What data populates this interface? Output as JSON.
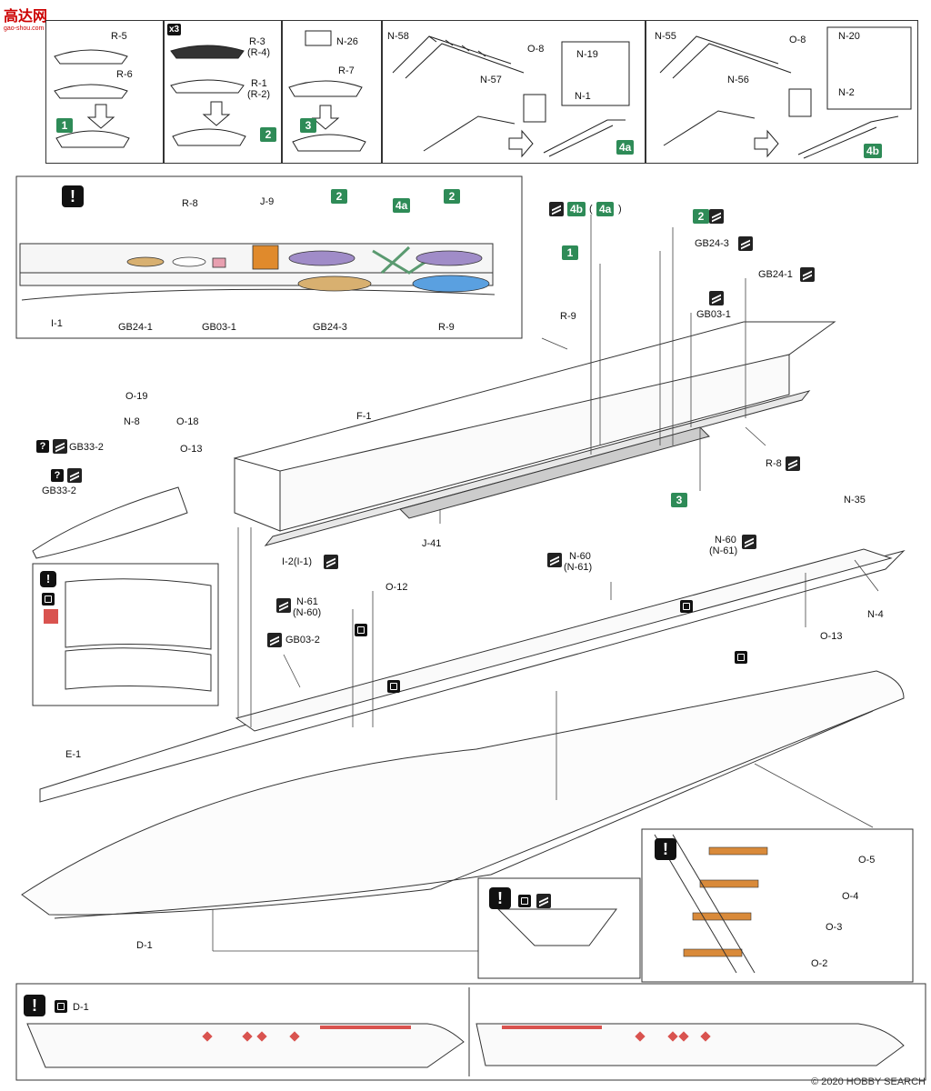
{
  "watermark": {
    "logo": "高达网",
    "logo_sub": "gao-shou.com",
    "footer": "© 2020 HOBBY SEARCH"
  },
  "top_steps": {
    "step1": {
      "parts": [
        "R-5",
        "R-6"
      ],
      "number": "1"
    },
    "step2": {
      "multiplier": "x3",
      "parts": [
        "R-3",
        "(R-4)",
        "R-1",
        "(R-2)"
      ],
      "number": "2"
    },
    "step3": {
      "parts": [
        "N-26",
        "R-7"
      ],
      "number": "3"
    },
    "step4a": {
      "parts": [
        "N-58",
        "N-57",
        "O-8",
        "N-19",
        "N-1"
      ],
      "number": "4a"
    },
    "step4b": {
      "parts": [
        "N-55",
        "N-56",
        "O-8",
        "N-20",
        "N-2"
      ],
      "number": "4b"
    }
  },
  "detail_box": {
    "parts": [
      "R-8",
      "J-9",
      "I-1",
      "GB24-1",
      "GB03-1",
      "GB24-3",
      "R-9"
    ],
    "steps": [
      "2",
      "4a",
      "2"
    ]
  },
  "main_labels": {
    "steps_row": [
      "4b",
      "4a",
      "2",
      "1"
    ],
    "gb24_3": "GB24-3",
    "gb24_1": "GB24-1",
    "r9": "R-9",
    "gb03_1": "GB03-1",
    "o19": "O-19",
    "n8": "N-8",
    "o18": "O-18",
    "gb33_2": "GB33-2",
    "o13": "O-13",
    "gb33_2b": "GB33-2",
    "f1": "F-1",
    "r8": "R-8",
    "step3": "3",
    "j41": "J-41",
    "i2": "I-2(I-1)",
    "n35": "N-35",
    "n60a": "N-60",
    "n61a": "(N-61)",
    "n60b": "N-60",
    "n61b": "(N-61)",
    "n61c": "N-61",
    "n60c": "(N-60)",
    "o12": "O-12",
    "n4": "N-4",
    "gb03_2": "GB03-2",
    "o13b": "O-13",
    "e1": "E-1",
    "d1": "D-1"
  },
  "insets": {
    "braces": [
      "O-5",
      "O-4",
      "O-3",
      "O-2"
    ],
    "bottom_label": "D-1"
  },
  "colors": {
    "step_green": "#2e8b57",
    "paint_red": "#d9534f",
    "highlight_orange": "#e08a2c",
    "highlight_purple": "#a08cc8",
    "highlight_blue": "#5aa0e0",
    "highlight_green": "#8fc4a0",
    "highlight_tan": "#d8b070"
  }
}
